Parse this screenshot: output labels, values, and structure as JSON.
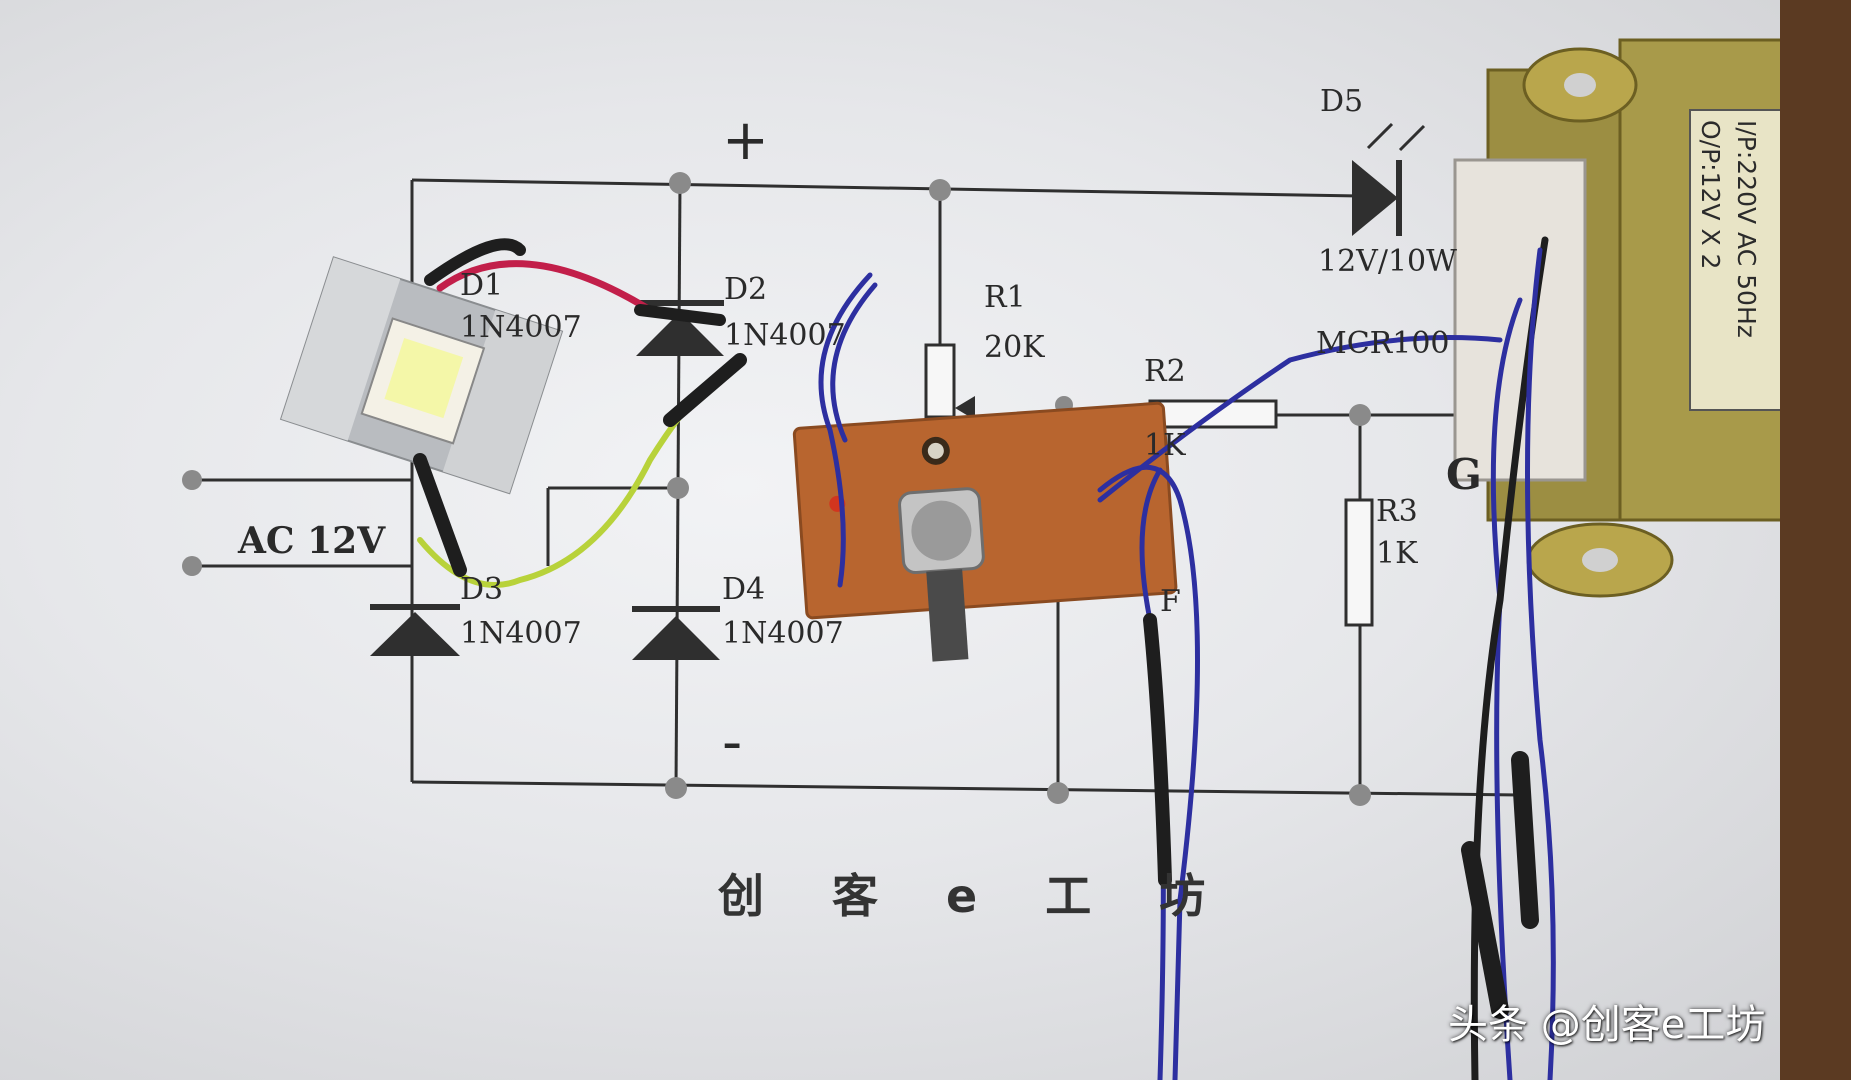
{
  "schematic": {
    "plus": "+",
    "minus": "-",
    "ac_input": "AC 12V",
    "d1": "D1",
    "d1_part": "1N4007",
    "d2": "D2",
    "d2_part": "1N4007",
    "d3": "D3",
    "d3_part": "1N4007",
    "d4": "D4",
    "d4_part": "1N4007",
    "d5": "D5",
    "d5_rating": "12V/10W",
    "r1": "R1",
    "r1_value": "20K",
    "r2": "R2",
    "r2_value": "1K",
    "r3": "R3",
    "r3_value": "1K",
    "scr": "MCR100",
    "g_label": "G",
    "cap_fragment": "F"
  },
  "caption": "创 客 e 工 坊",
  "transformer": {
    "input_rating": "I/P:220V AC 50Hz",
    "output_rating": "O/P:12V X 2"
  },
  "watermark": "头条 @创客e工坊",
  "colors": {
    "paper": "#eceef0",
    "ink": "#2a2a2a",
    "pcb": "#b8652f",
    "transformer": "#a89a4a",
    "wire_blue": "#2d2fa0",
    "wire_red": "#c21f4a",
    "wire_yellow": "#b8d23a"
  }
}
